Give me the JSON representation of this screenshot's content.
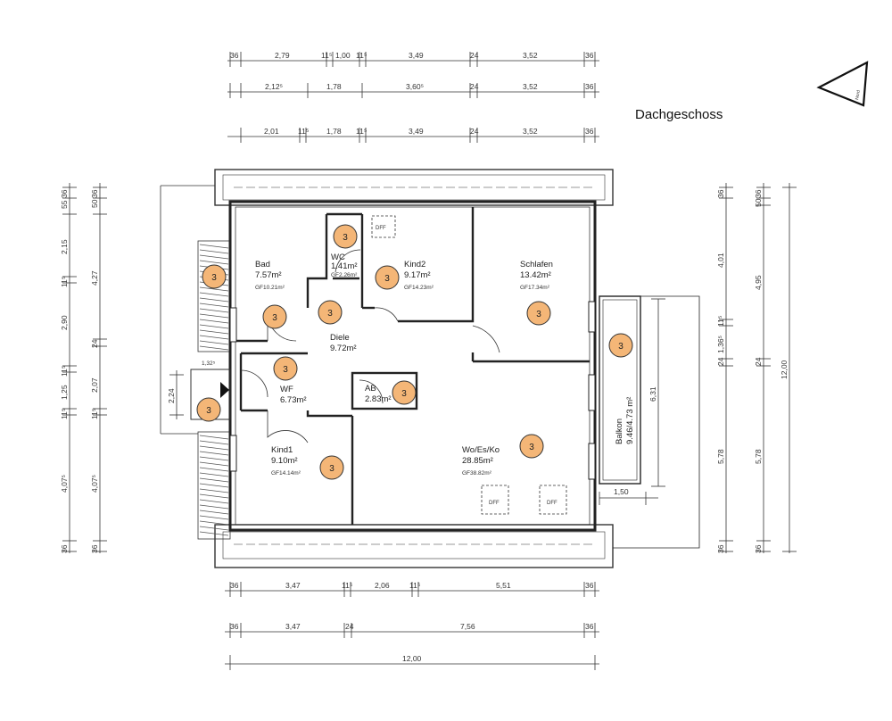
{
  "title": "Dachgeschoss",
  "rooms": {
    "bad": {
      "name": "Bad",
      "area": "7.57m²",
      "gf": "GF10.21m²"
    },
    "wc": {
      "name": "WC",
      "area": "1.41m²",
      "gf": "GF2.26m²"
    },
    "kind2": {
      "name": "Kind2",
      "area": "9.17m²",
      "gf": "GF14.23m²"
    },
    "schlafen": {
      "name": "Schlafen",
      "area": "13.42m²",
      "gf": "GF17.34m²"
    },
    "diele": {
      "name": "Diele",
      "area": "9.72m²"
    },
    "wf": {
      "name": "WF",
      "area": "6.73m²"
    },
    "ab": {
      "name": "AB",
      "area": "2.83m²"
    },
    "kind1": {
      "name": "Kind1",
      "area": "9.10m²",
      "gf": "GF14.14m²"
    },
    "wo": {
      "name": "Wo/Es/Ko",
      "area": "28.85m²",
      "gf": "GF38.82m²"
    },
    "balkon": {
      "name": "Balkon",
      "area": "9.46/4.73 m²"
    }
  },
  "dff_label": "DFF",
  "marker_label": "3",
  "dimensions": {
    "top1": [
      "36",
      "2,79",
      "11⁵",
      "1,00",
      "11⁵",
      "3,49",
      "24",
      "3,52",
      "36"
    ],
    "top2": [
      "2,12⁵",
      "1,78",
      "3,60⁵",
      "24",
      "3,52",
      "36"
    ],
    "top3": [
      "2,01",
      "11⁵",
      "1,78",
      "11⁵",
      "3,49",
      "24",
      "3,52",
      "36"
    ],
    "bottom1": [
      "36",
      "3,47",
      "11⁵",
      "2,06",
      "11⁵",
      "5,51",
      "36"
    ],
    "bottom2": [
      "36",
      "3,47",
      "24",
      "7,56",
      "36"
    ],
    "bottom_total": "12,00",
    "left1": [
      "36",
      "55",
      "2,15",
      "11⁵",
      "2,90",
      "11⁵",
      "1,25",
      "11⁵",
      "4,07⁵",
      "36"
    ],
    "left2": [
      "50",
      "36",
      "4,27",
      "24",
      "2,07",
      "11⁵",
      "4,07⁵",
      "36"
    ],
    "left_wf": "2,24",
    "left_wf_top": "1,32⁵",
    "right1": [
      "36",
      "4,01",
      "11⁵",
      "1,36⁵",
      "24",
      "5,78",
      "36"
    ],
    "right2": [
      "36",
      "50",
      "4,95",
      "24",
      "5,78",
      "36"
    ],
    "right_total": "12,00",
    "balkon_width": "1,50",
    "balkon_depth": "6,31"
  }
}
